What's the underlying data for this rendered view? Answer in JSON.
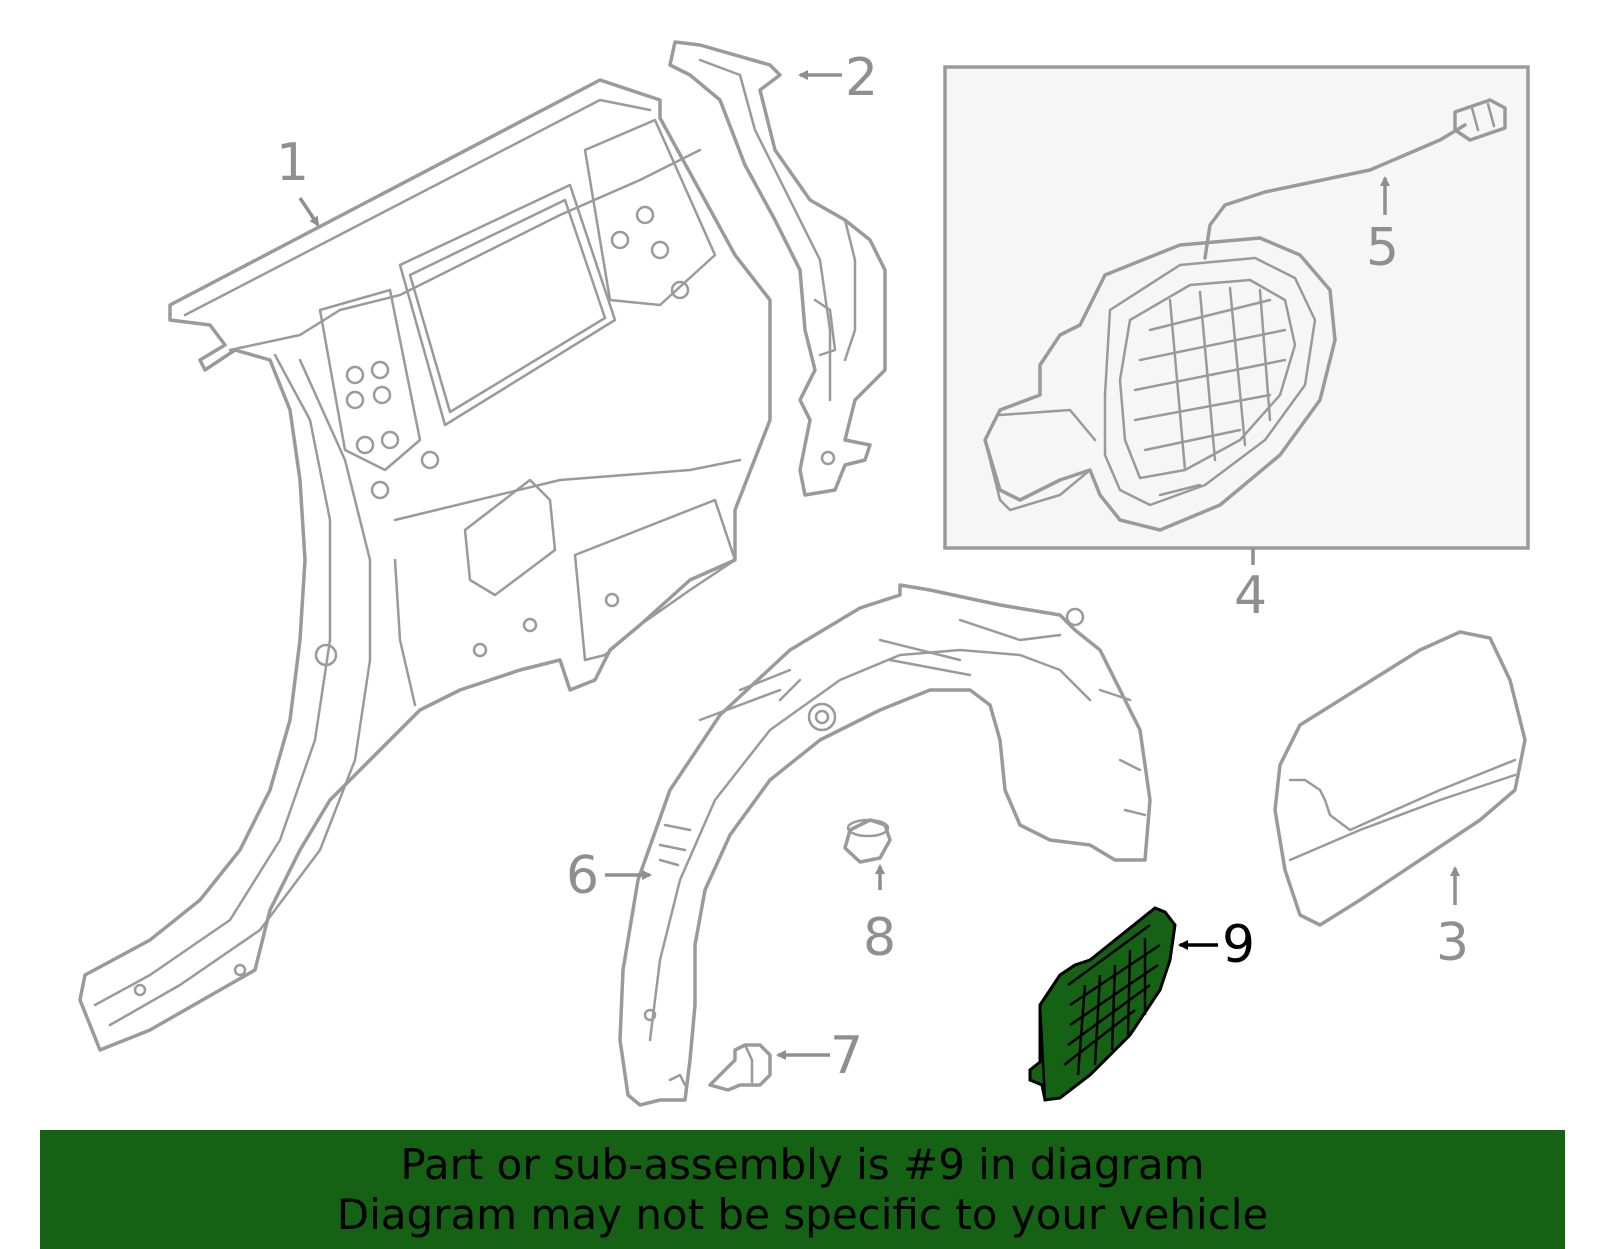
{
  "callouts": {
    "c1": "1",
    "c2": "2",
    "c3": "3",
    "c4": "4",
    "c5": "5",
    "c6": "6",
    "c7": "7",
    "c8": "8",
    "c9": "9"
  },
  "highlighted_part": "9",
  "colors": {
    "line": "#9a9a9a",
    "highlight_fill": "#156215",
    "banner_bg": "#156215",
    "inset_bg": "#f6f6f6"
  },
  "banner": {
    "line1": "Part or sub-assembly is #9 in diagram",
    "line2": "Diagram may not be specific to your vehicle"
  }
}
